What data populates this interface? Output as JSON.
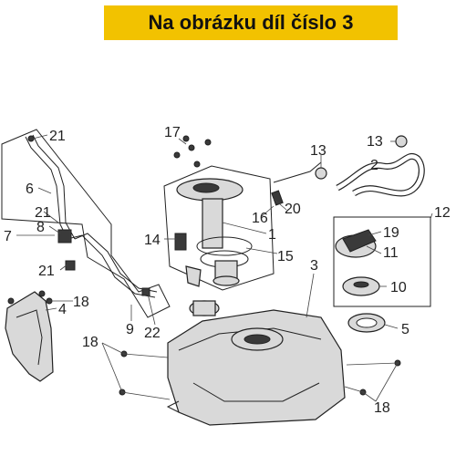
{
  "title": "Na obrázku díl číslo 3",
  "colors": {
    "banner": "#f2c200",
    "ink": "#222222",
    "part_fill": "#d9d9d9"
  },
  "labels": [
    {
      "id": "l21a",
      "text": "21"
    },
    {
      "id": "l6",
      "text": "6"
    },
    {
      "id": "l21b",
      "text": "21"
    },
    {
      "id": "l7",
      "text": "7"
    },
    {
      "id": "l8",
      "text": "8"
    },
    {
      "id": "l21c",
      "text": "21"
    },
    {
      "id": "l4",
      "text": "4"
    },
    {
      "id": "l18a",
      "text": "18"
    },
    {
      "id": "l9",
      "text": "9"
    },
    {
      "id": "l22",
      "text": "22"
    },
    {
      "id": "l18b",
      "text": "18"
    },
    {
      "id": "l17",
      "text": "17"
    },
    {
      "id": "l14",
      "text": "14"
    },
    {
      "id": "l16",
      "text": "16"
    },
    {
      "id": "l1",
      "text": "1"
    },
    {
      "id": "l15",
      "text": "15"
    },
    {
      "id": "l20",
      "text": "20"
    },
    {
      "id": "l13a",
      "text": "13"
    },
    {
      "id": "l13b",
      "text": "13"
    },
    {
      "id": "l2",
      "text": "2"
    },
    {
      "id": "l12",
      "text": "12"
    },
    {
      "id": "l19",
      "text": "19"
    },
    {
      "id": "l11",
      "text": "11"
    },
    {
      "id": "l10",
      "text": "10"
    },
    {
      "id": "l5",
      "text": "5"
    },
    {
      "id": "l3",
      "text": "3"
    },
    {
      "id": "l18c",
      "text": "18"
    }
  ]
}
